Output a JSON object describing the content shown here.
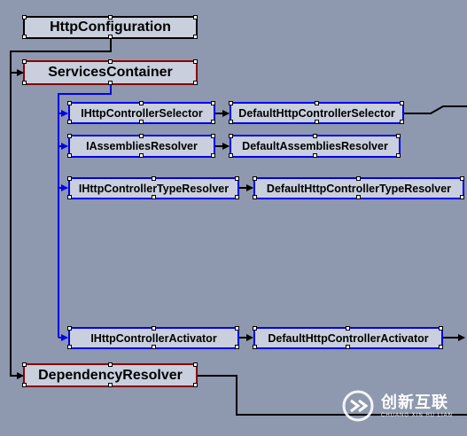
{
  "nodes": {
    "http_configuration": "HttpConfiguration",
    "services_container": "ServicesContainer",
    "ihttp_controller_selector": "IHttpControllerSelector",
    "default_http_controller_selector": "DefaultHttpControllerSelector",
    "iassemblies_resolver": "IAssembliesResolver",
    "default_assemblies_resolver": "DefaultAssembliesResolver",
    "ihttp_controller_type_resolver": "IHttpControllerTypeResolver",
    "default_http_controller_type_resolver": "DefaultHttpControllerTypeResolver",
    "ihttp_controller_activator": "IHttpControllerActivator",
    "default_http_controller_activator": "DefaultHttpControllerActivator",
    "dependency_resolver": "DependencyResolver"
  },
  "colors": {
    "background": "#8e98ae",
    "node_fill": "#c9cfdd",
    "black_line": "#000000",
    "red_border": "#8b0000",
    "blue_line": "#0000ee"
  },
  "watermark": {
    "text_cn": "创新互联",
    "text_en": "CHUANG XIN HU LIAN"
  }
}
